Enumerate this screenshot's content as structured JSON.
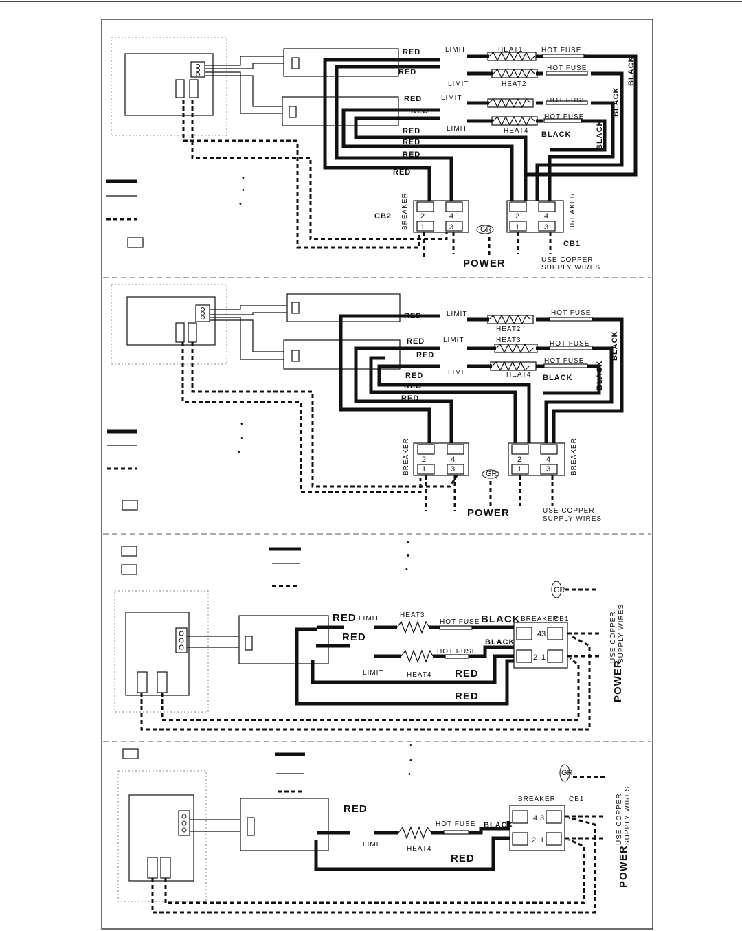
{
  "labels": {
    "red": "RED",
    "black": "BLACK",
    "limit": "LIMIT",
    "hot_fuse": "HOT FUSE",
    "heat1": "HEAT1",
    "heat2": "HEAT2",
    "heat3": "HEAT3",
    "heat4": "HEAT4",
    "breaker": "BREAKER",
    "cb1": "CB1",
    "cb2": "CB2",
    "power": "POWER",
    "gr": "GR",
    "copper_1": "USE COPPER",
    "copper_2": "SUPPLY WIRES",
    "t1": "1",
    "t2": "2",
    "t3": "3",
    "t4": "4"
  },
  "legend": {
    "dots": "•"
  }
}
